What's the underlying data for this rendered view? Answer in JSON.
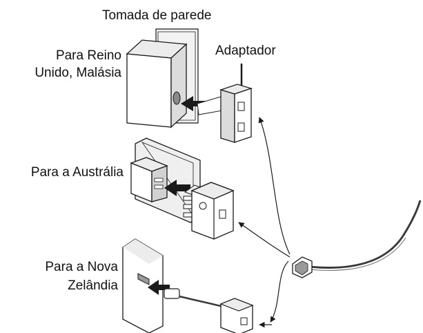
{
  "labels": {
    "wall_socket": "Tomada de parede",
    "uk_line1": "Para Reino",
    "uk_line2": "Unido, Malásia",
    "adapter": "Adaptador",
    "australia": "Para a Austrália",
    "nz_line1": "Para a Nova",
    "nz_line2": "Zelândia"
  },
  "colors": {
    "stroke": "#1a1a1a",
    "fill_light": "#ffffff",
    "fill_shade": "#e6e6e6",
    "fill_dark": "#9a9a9a",
    "cable": "#3a3a3a"
  }
}
